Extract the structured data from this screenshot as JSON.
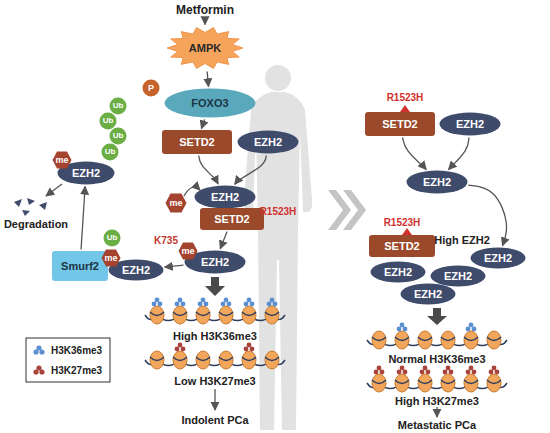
{
  "diagram": {
    "nodes": [
      {
        "text": [
          "Metformin"
        ]
      },
      {
        "text": [
          "AMPK"
        ]
      },
      {
        "text": [
          "P"
        ]
      },
      {
        "text": [
          "FOXO3"
        ]
      },
      {
        "text": [
          "SETD2"
        ]
      },
      {
        "text": [
          "EZH2"
        ]
      },
      {
        "text": [
          "EZH2"
        ]
      },
      {
        "text": [
          "SETD2"
        ]
      },
      {
        "text": [
          "me"
        ]
      },
      {
        "text": [
          "EZH2"
        ]
      },
      {
        "text": [
          "me"
        ]
      },
      {
        "text": [
          "Smurf2"
        ]
      },
      {
        "text": [
          "me"
        ]
      },
      {
        "text": [
          "EZH2"
        ]
      },
      {
        "text": [
          "Ub"
        ]
      },
      {
        "text": [
          "EZH2"
        ]
      },
      {
        "text": [
          "me"
        ]
      },
      {
        "text": [
          "Ub"
        ]
      },
      {
        "text": [
          "Ub"
        ]
      },
      {
        "text": [
          "Ub"
        ]
      },
      {
        "text": [
          "Ub"
        ]
      },
      {
        "text": [
          "SETD2"
        ]
      },
      {
        "text": [
          "EZH2"
        ]
      },
      {
        "text": [
          "EZH2"
        ]
      },
      {
        "text": [
          "SETD2"
        ]
      },
      {
        "text": [
          "EZH2"
        ]
      },
      {
        "text": [
          "EZH2"
        ]
      },
      {
        "text": [
          "EZH2"
        ]
      },
      {
        "text": [
          "EZH2"
        ]
      }
    ],
    "edges": [
      {
        "from": 0,
        "to": 1,
        "arrow": "to"
      },
      {
        "from": 1,
        "to": 3,
        "arrow": "to"
      },
      {
        "from": 3,
        "to": 4,
        "arrow": "to"
      },
      {
        "from": 4,
        "to": 6,
        "arrow": "to"
      },
      {
        "from": 5,
        "to": 6,
        "arrow": "to"
      },
      {
        "from": 7,
        "to": 9,
        "arrow": "to"
      },
      {
        "from": 9,
        "to": 13,
        "arrow": "to"
      },
      {
        "from": 11,
        "to": 15,
        "arrow": "to"
      },
      {
        "from": 21,
        "to": 23,
        "arrow": "to"
      },
      {
        "from": 22,
        "to": 23,
        "arrow": "to"
      },
      {
        "from": 23,
        "to": 25,
        "arrow": "to"
      }
    ],
    "labels": [
      "K735",
      "Degradation",
      "High H3K36me3",
      "Low H3K27me3",
      "Indolent PCa",
      "R1523H",
      "R1523H",
      "High EZH2",
      "R1523H",
      "Normal H3K36me3",
      "High H3K27me3",
      "Metastatic PCa"
    ],
    "legend": [
      {
        "text": "H3K36me3",
        "color": "#5a8fd0"
      },
      {
        "text": "H3K27me3",
        "color": "#a7433a"
      }
    ]
  }
}
